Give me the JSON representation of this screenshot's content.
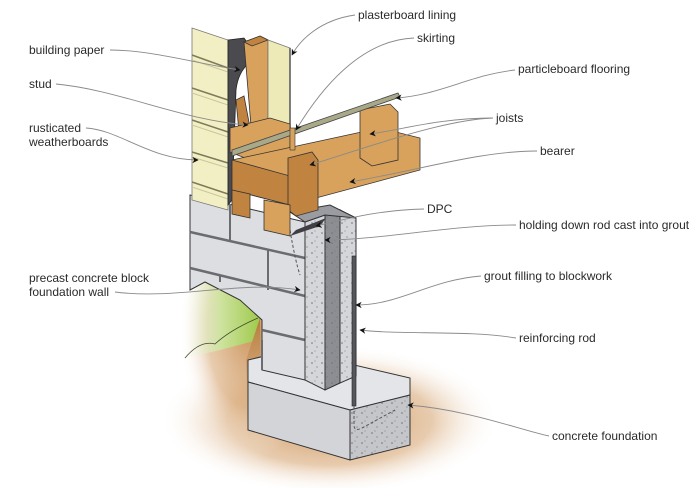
{
  "diagram": {
    "title": "Timber floor on concrete block foundation wall",
    "colors": {
      "weatherboard": "#f3efc4",
      "timber": "#d9a25c",
      "timber_dark": "#c18340",
      "building_paper": "#4a4a4f",
      "plasterboard": "#eeeab8",
      "particleboard": "#a9a98a",
      "block": "#dcdee2",
      "grout": "#8c8e93",
      "concrete": "#d2d4d8",
      "soil": "#c98f54",
      "grass": "#a9cc5a",
      "leader_line": "#8a8a8a"
    },
    "labels": {
      "left": [
        {
          "id": "building-paper",
          "lines": [
            "building paper"
          ]
        },
        {
          "id": "stud",
          "lines": [
            "stud"
          ]
        },
        {
          "id": "rusticated-weatherboards",
          "lines": [
            "rusticated",
            "weatherboards"
          ]
        },
        {
          "id": "foundation-wall",
          "lines": [
            "precast concrete block",
            "foundation wall"
          ]
        }
      ],
      "right": [
        {
          "id": "plasterboard-lining",
          "lines": [
            "plasterboard lining"
          ]
        },
        {
          "id": "skirting",
          "lines": [
            "skirting"
          ]
        },
        {
          "id": "particleboard-flooring",
          "lines": [
            "particleboard flooring"
          ]
        },
        {
          "id": "joists",
          "lines": [
            "joists"
          ]
        },
        {
          "id": "bearer",
          "lines": [
            "bearer"
          ]
        },
        {
          "id": "dpc",
          "lines": [
            "DPC"
          ]
        },
        {
          "id": "holding-down-rod",
          "lines": [
            "holding down rod cast into grout"
          ]
        },
        {
          "id": "grout-filling",
          "lines": [
            "grout filling to blockwork"
          ]
        },
        {
          "id": "reinforcing-rod",
          "lines": [
            "reinforcing rod"
          ]
        },
        {
          "id": "concrete-foundation",
          "lines": [
            "concrete foundation"
          ]
        }
      ]
    }
  }
}
